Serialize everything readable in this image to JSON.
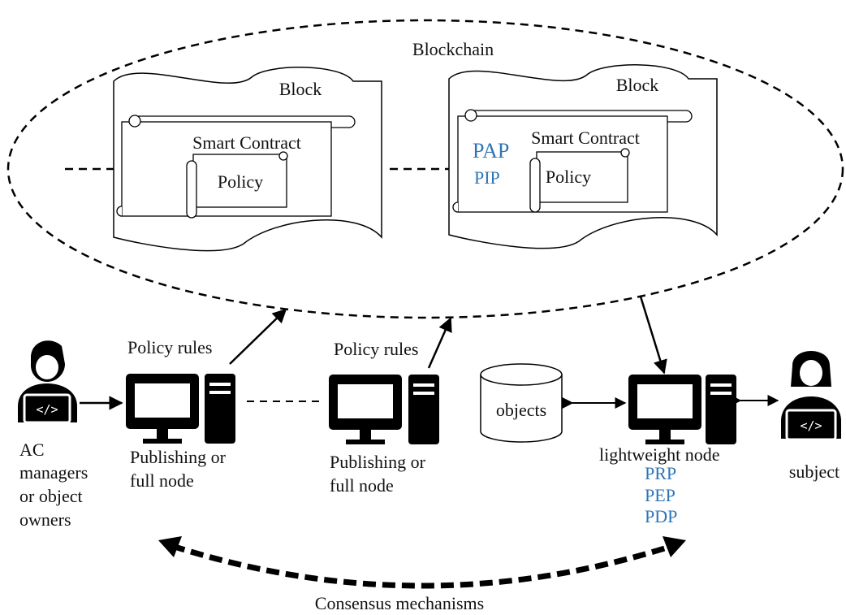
{
  "blockchain": {
    "label": "Blockchain"
  },
  "blocks": [
    {
      "label": "Block",
      "contract": "Smart Contract",
      "policy": "Policy",
      "extras": []
    },
    {
      "label": "Block",
      "contract": "Smart Contract",
      "policy": "Policy",
      "extras": [
        "PAP",
        "PIP"
      ]
    }
  ],
  "nodes": {
    "node1": {
      "top_label": "Policy rules",
      "bottom_lines": [
        "Publishing or",
        "full node"
      ]
    },
    "node2": {
      "top_label": "Policy rules",
      "bottom_lines": [
        "Publishing or",
        "full node"
      ]
    },
    "light": {
      "label": "lightweight node",
      "points": [
        "PRP",
        "PEP",
        "PDP"
      ]
    }
  },
  "objects": {
    "label": "objects"
  },
  "actors": {
    "manager": {
      "lines": [
        "AC",
        "managers",
        "or object",
        "owners"
      ]
    },
    "subject": {
      "label": "subject"
    }
  },
  "consensus": {
    "label": "Consensus mechanisms"
  },
  "colors": {
    "accent": "#2e75b6",
    "ink": "#000000"
  }
}
